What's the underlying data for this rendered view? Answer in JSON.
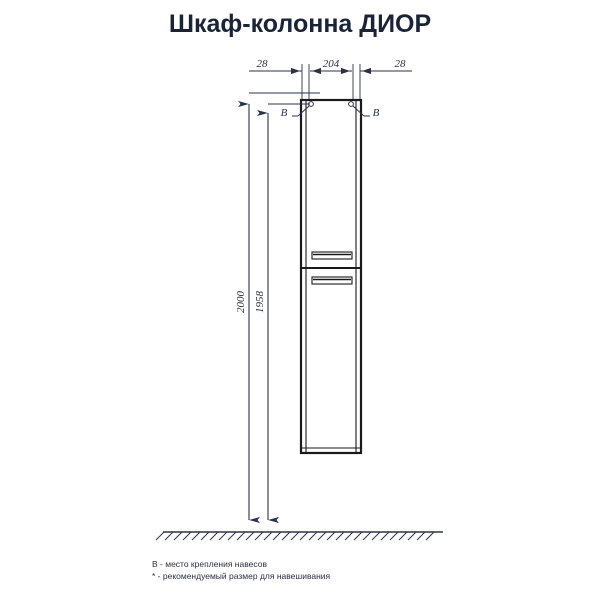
{
  "title": "Шкаф-колонна ДИОР",
  "dimensions": {
    "top": [
      {
        "label": "28",
        "name": "dim-left-28"
      },
      {
        "label": "204",
        "name": "dim-center-204"
      },
      {
        "label": "28",
        "name": "dim-right-28"
      }
    ],
    "vertical": [
      {
        "label": "2000",
        "name": "dim-height-2000"
      },
      {
        "label": "1958",
        "name": "dim-height-1958"
      }
    ]
  },
  "markers": {
    "left": "В",
    "right": "В"
  },
  "legend": {
    "line1": "В - место крепления навесов",
    "line2": "* - рекомендуемый размер для навешивания"
  },
  "colors": {
    "line": "#2c3347",
    "text": "#1b2436",
    "ground": "#2c3347",
    "body_stroke": "#1a1a1a"
  }
}
